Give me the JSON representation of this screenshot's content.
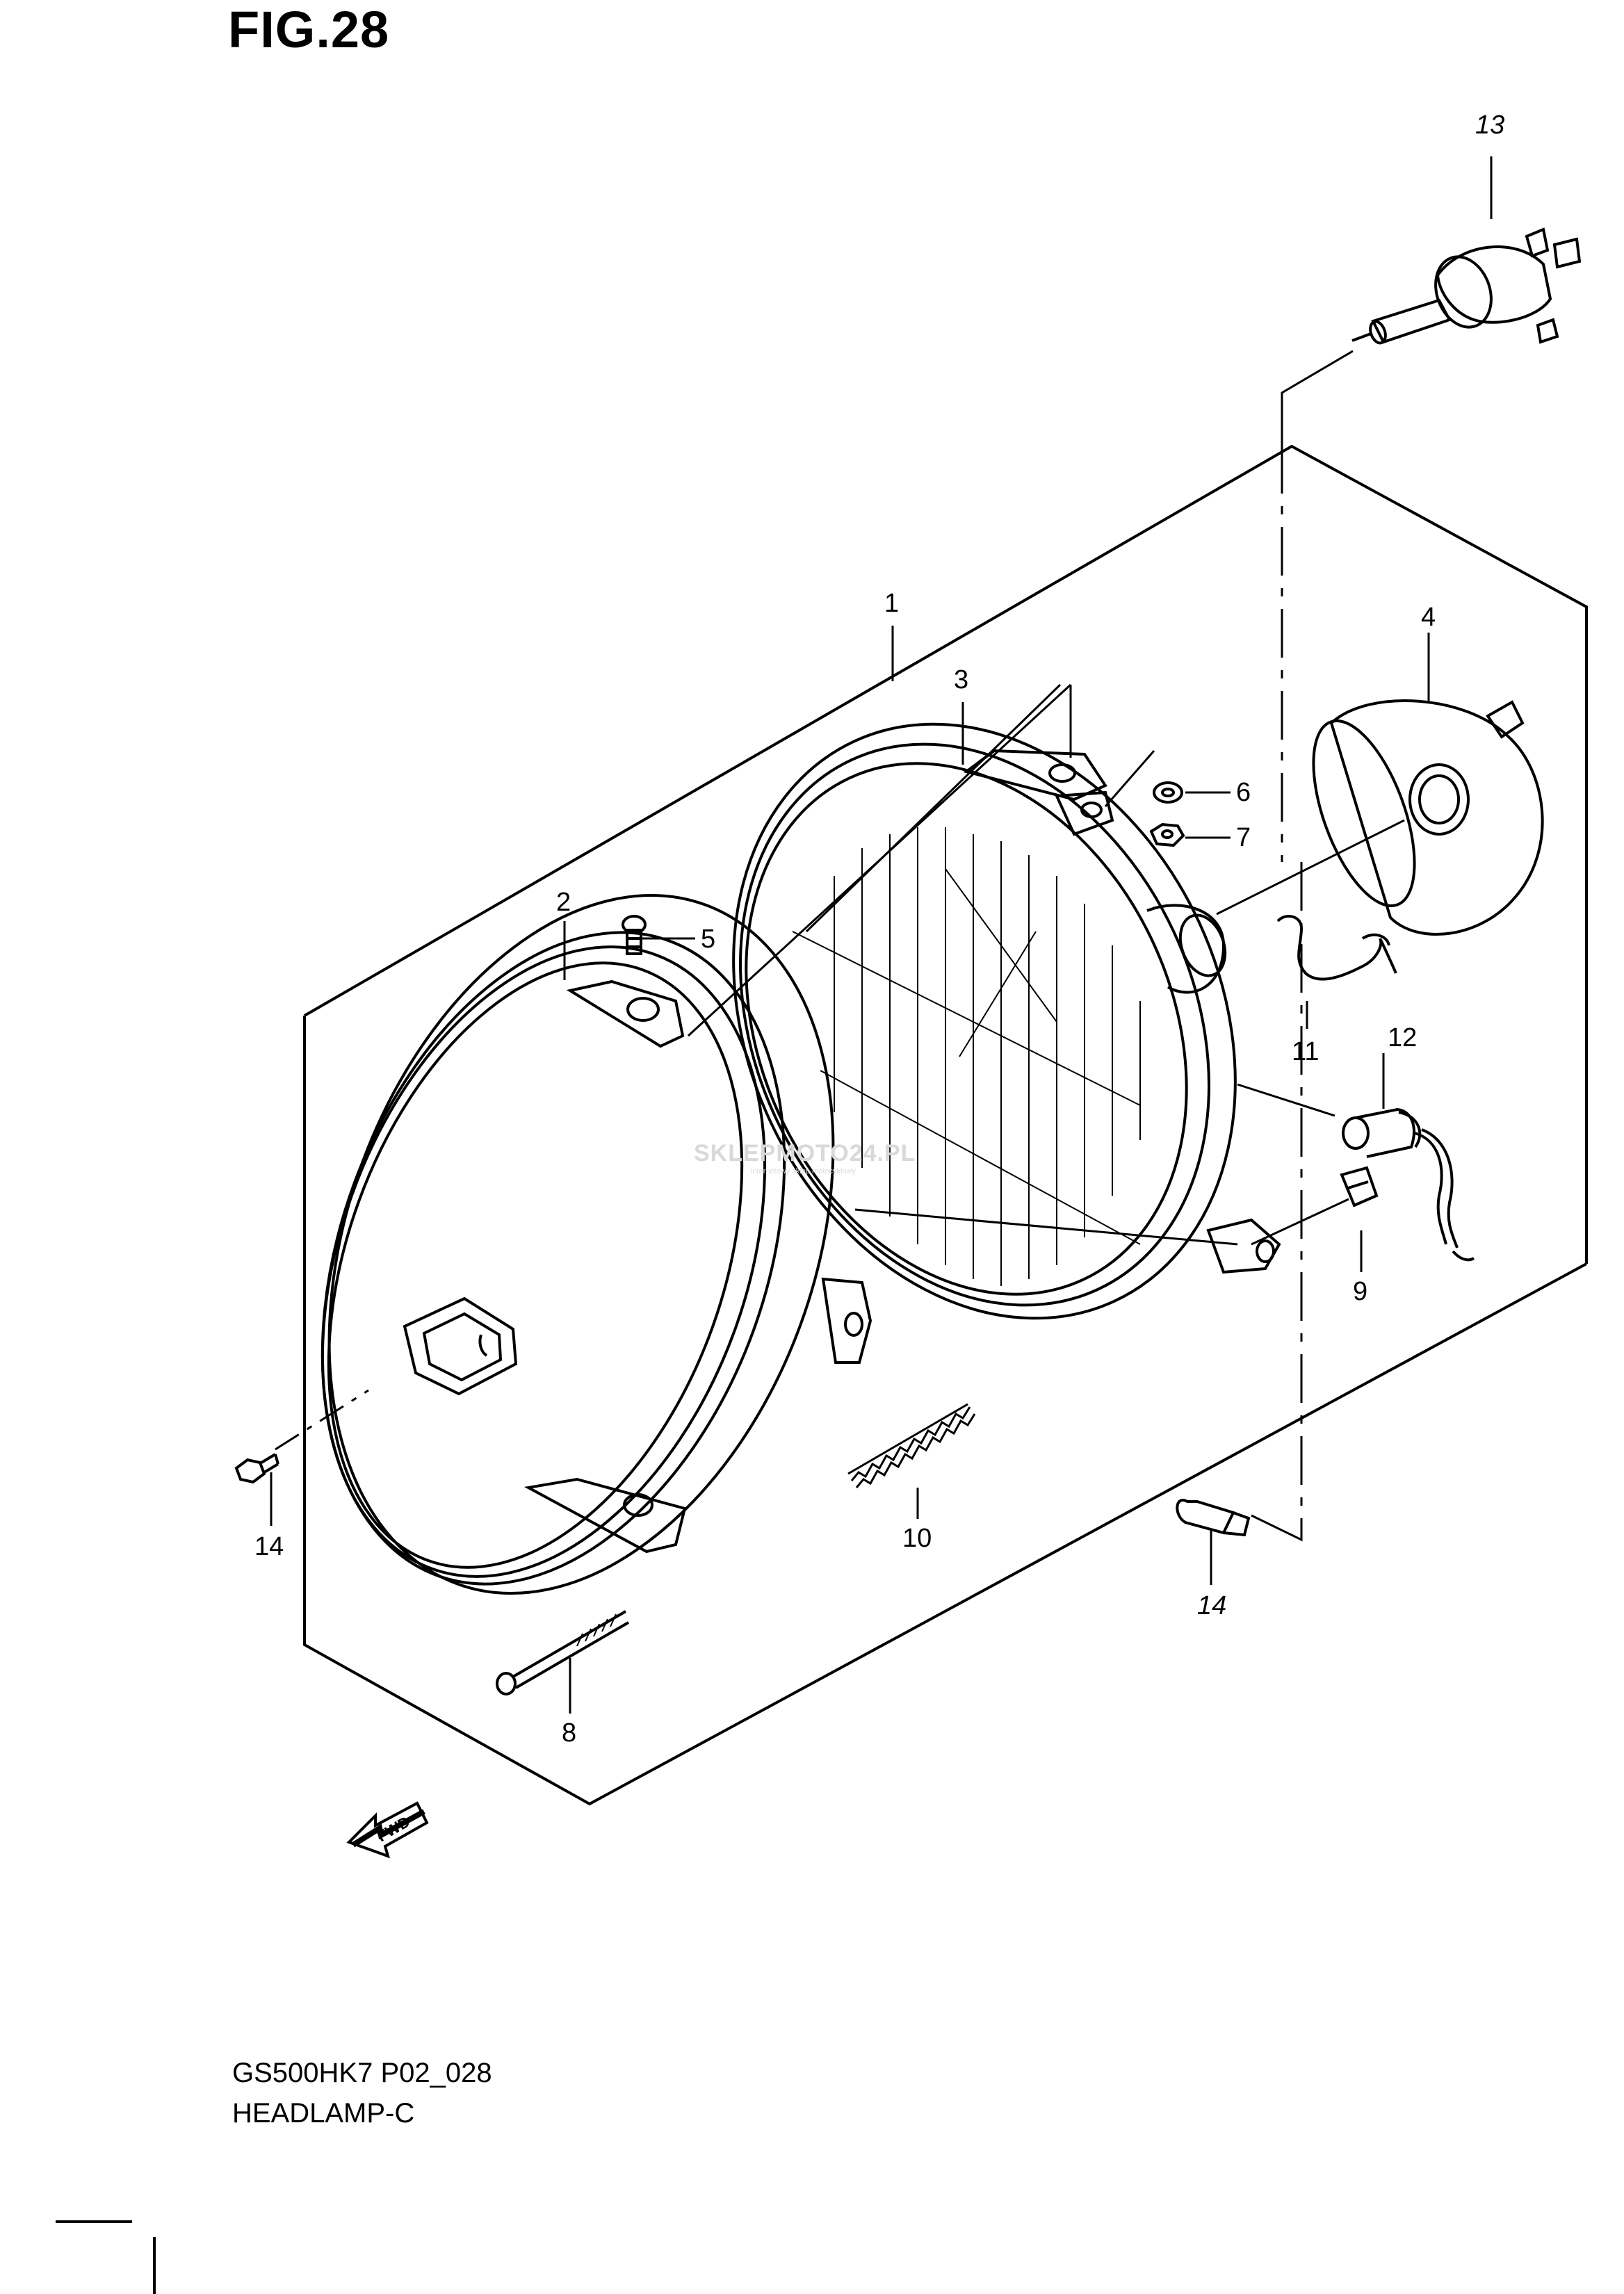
{
  "figure": {
    "title": "FIG.28",
    "code": "GS500HK7 P02_028",
    "name": "HEADLAMP-C"
  },
  "watermark": {
    "text": "SKLEPMOTO24.PL",
    "subtext": "internetowy sklep motocyklowy"
  },
  "direction_arrow": {
    "label": "FWD"
  },
  "callouts": [
    {
      "id": "1",
      "italic": false
    },
    {
      "id": "2",
      "italic": false
    },
    {
      "id": "3",
      "italic": false
    },
    {
      "id": "4",
      "italic": false
    },
    {
      "id": "5",
      "italic": false
    },
    {
      "id": "6",
      "italic": false
    },
    {
      "id": "7",
      "italic": false
    },
    {
      "id": "8",
      "italic": false
    },
    {
      "id": "9",
      "italic": false
    },
    {
      "id": "10",
      "italic": false
    },
    {
      "id": "11",
      "italic": false
    },
    {
      "id": "12",
      "italic": false
    },
    {
      "id": "13",
      "italic": true
    },
    {
      "id": "14",
      "italic": false
    },
    {
      "id": "14",
      "italic": true
    }
  ]
}
